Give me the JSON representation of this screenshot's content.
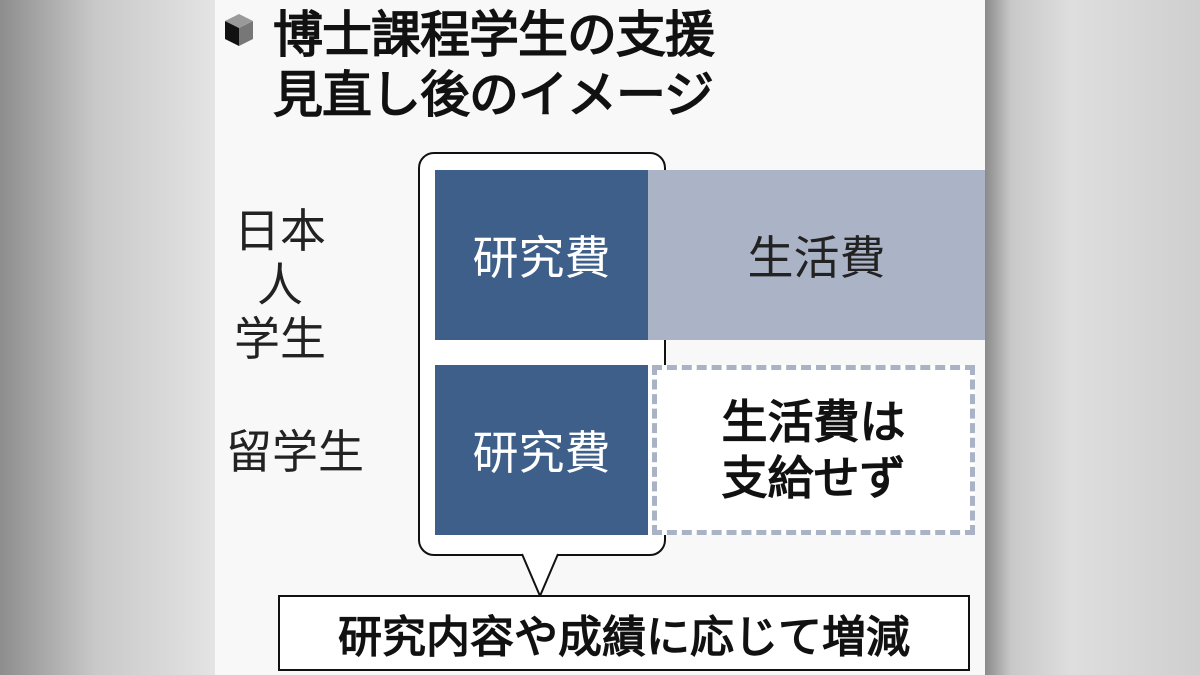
{
  "title": {
    "line1": "博士課程学生の支援",
    "line2": "見直し後のイメージ",
    "icon": "cube-icon"
  },
  "rows": [
    {
      "label_line1": "日本人",
      "label_line2": "学生",
      "research": "研究費",
      "living": "生活費"
    },
    {
      "label_line1": "留学生",
      "research": "研究費",
      "living_line1": "生活費は",
      "living_line2": "支給せず"
    }
  ],
  "note": "研究内容や成績に応じて増減",
  "colors": {
    "research": "#3d5f8a",
    "living": "#aab4c6",
    "dashed": "#a9b3c5"
  }
}
